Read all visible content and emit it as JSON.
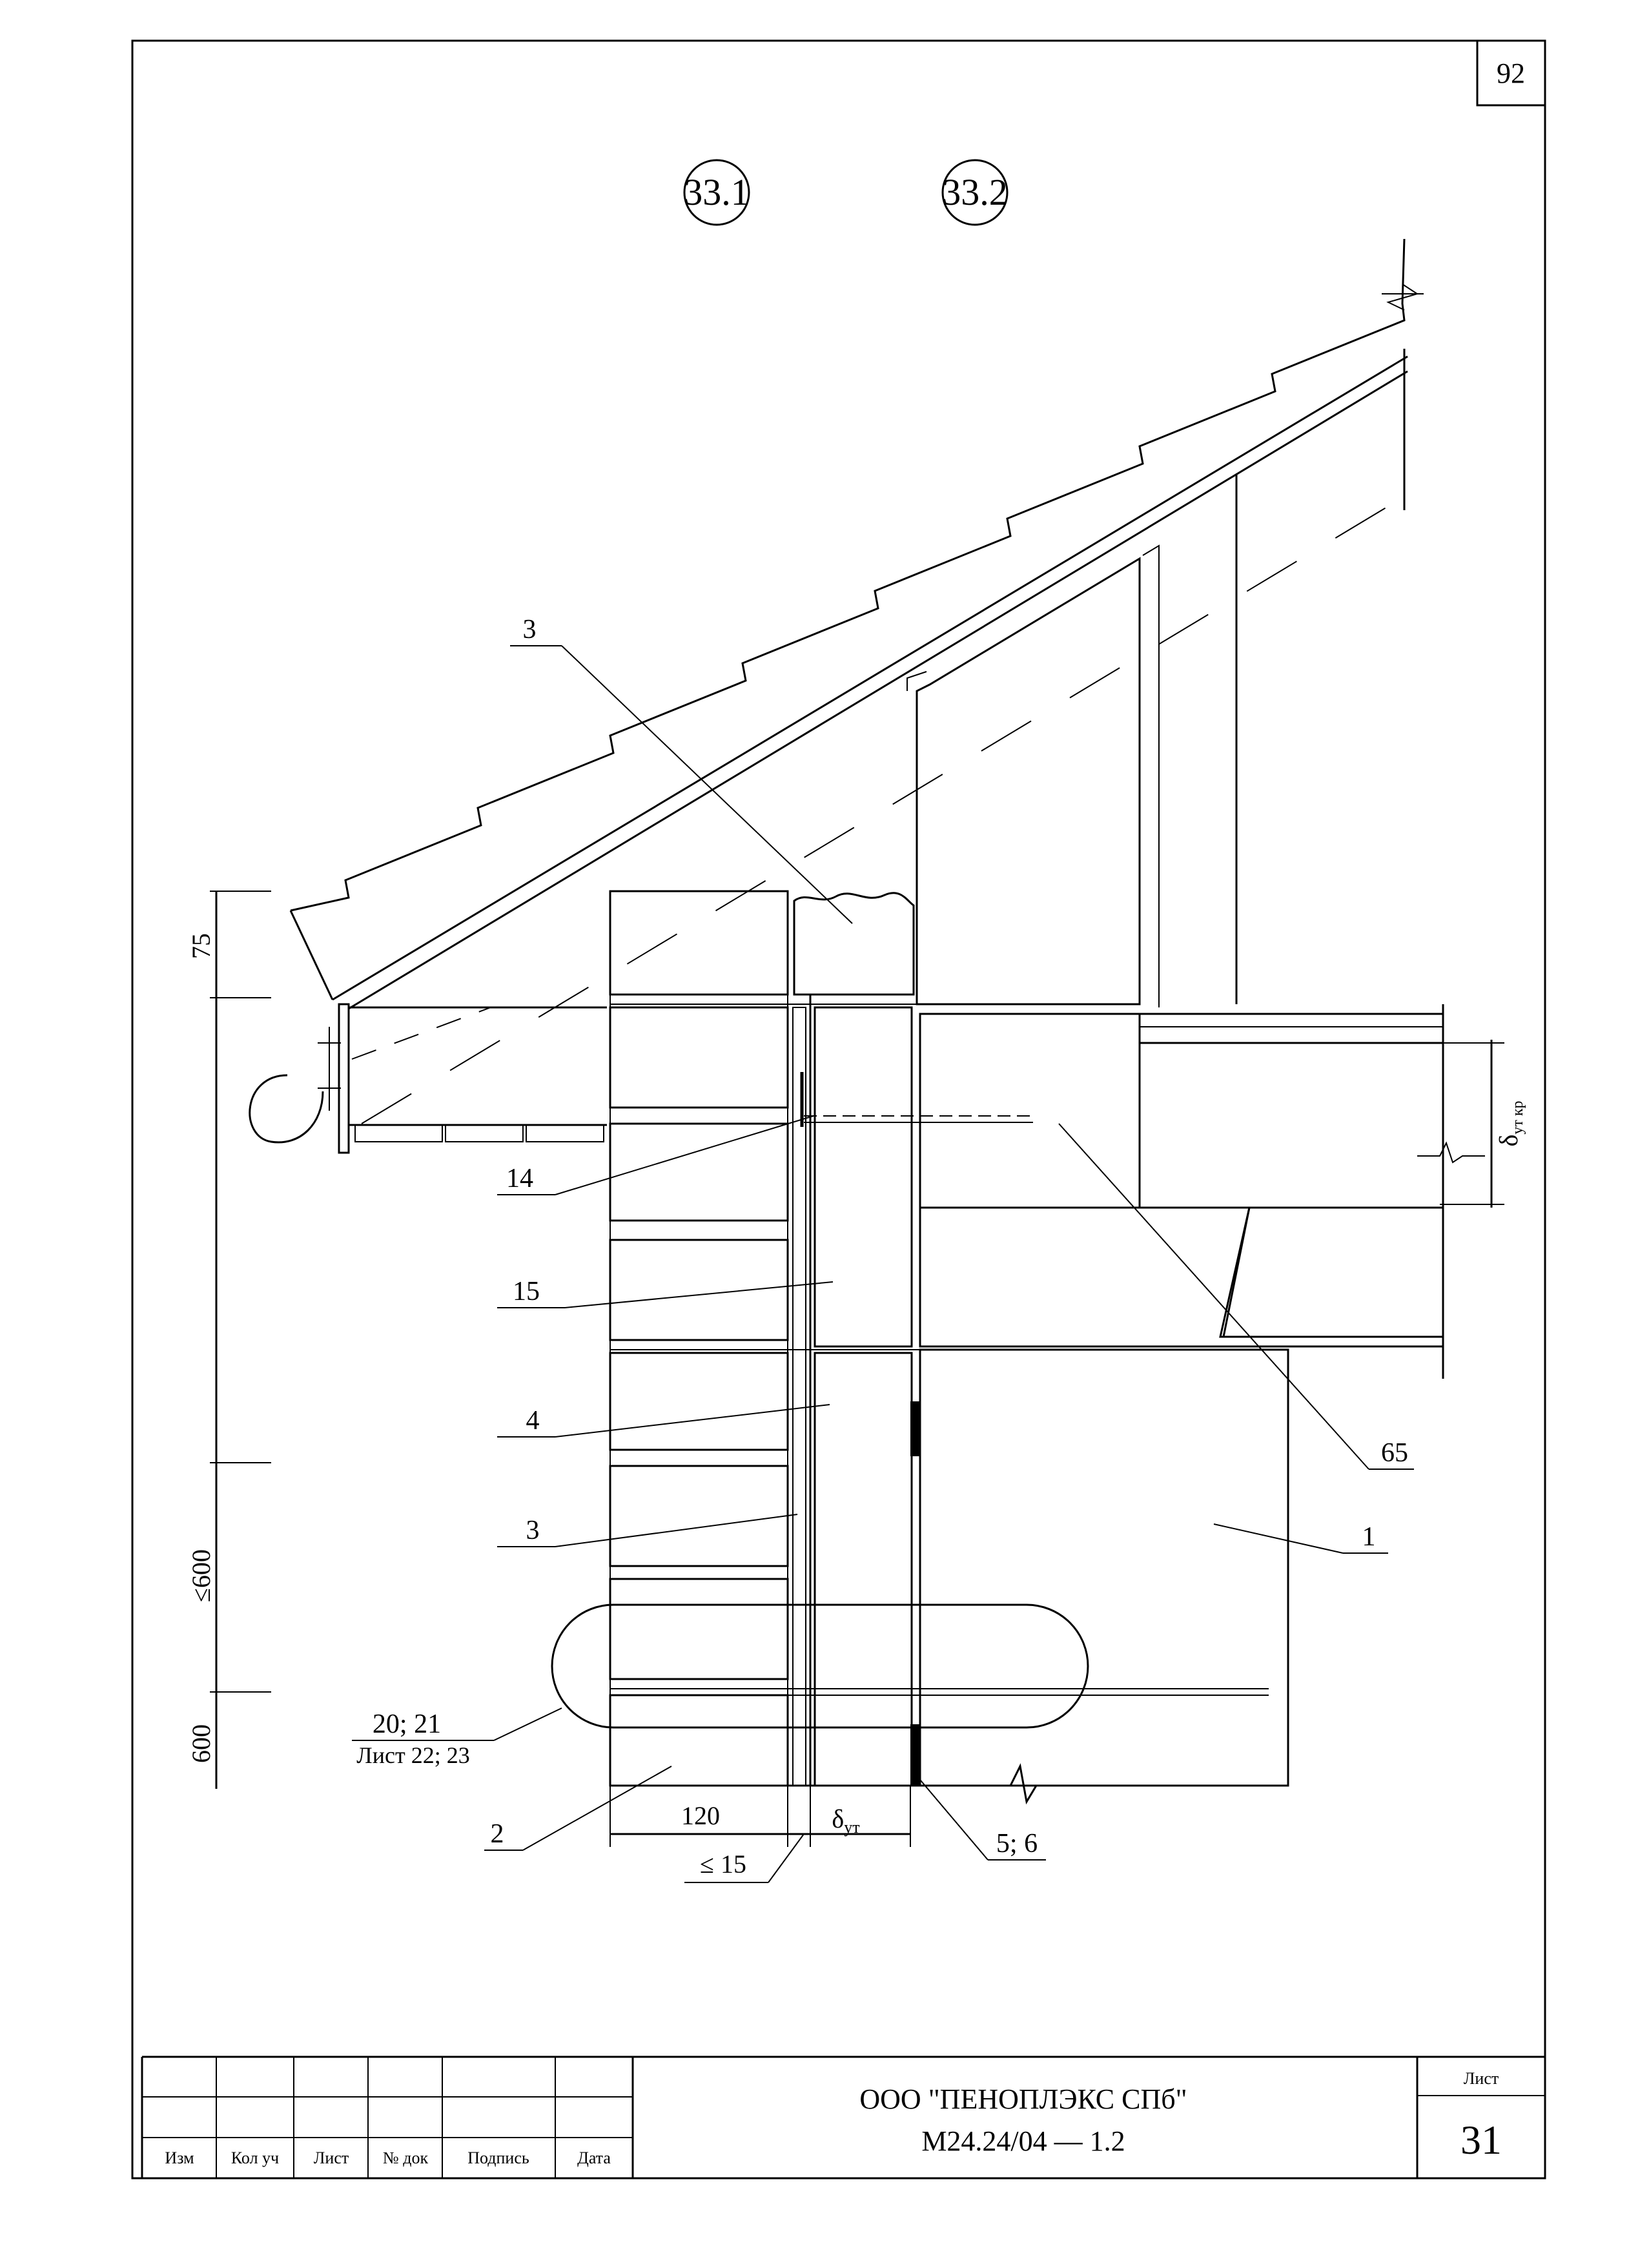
{
  "sheet": {
    "number": "92",
    "list_label": "Лист",
    "list_number": "31"
  },
  "callouts": [
    "33.1",
    "33.2"
  ],
  "labels": {
    "l3_top": "3",
    "l14": "14",
    "l15": "15",
    "l4": "4",
    "l3": "3",
    "l2": "2",
    "l1": "1",
    "l65": "65",
    "l56": "5; 6",
    "ref_main": "20; 21",
    "ref_sub": "Лист 22; 23"
  },
  "dimensions": {
    "d75": "75",
    "d600a": "≤600",
    "d600b": "600",
    "d120": "120",
    "d15": "≤ 15",
    "dyt": "δ",
    "dyt_sub": "ут",
    "dytkr": "δ",
    "dytkr_sub": "ут кр"
  },
  "title_block": {
    "headers": [
      "Изм",
      "Кол уч",
      "Лист",
      "№ док",
      "Подпись",
      "Дата"
    ],
    "organization": "ООО \"ПЕНОПЛЭКС СПб\"",
    "document_code": "М24.24/04  —  1.2"
  }
}
